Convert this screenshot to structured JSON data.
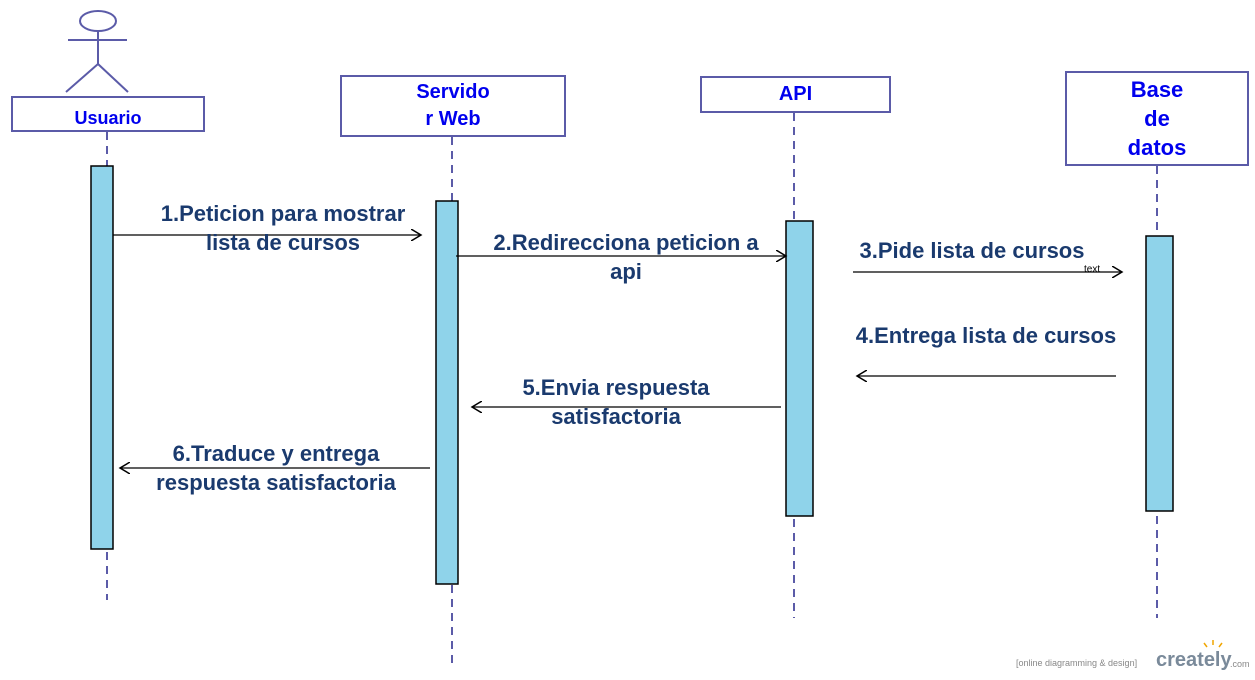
{
  "colors": {
    "box_border": "#5b5ba8",
    "box_text": "#0000ee",
    "activation_fill": "#8fd3ea",
    "lifeline": "#5b5ba8",
    "message_text": "#1a3a6e",
    "arrow": "#000000"
  },
  "participants": {
    "usuario": {
      "label": "Usuario",
      "icon": "actor-stick-figure"
    },
    "servidor": {
      "label": "Servido\nr Web"
    },
    "api": {
      "label": "API"
    },
    "base": {
      "label": "Base\nde\ndatos"
    }
  },
  "messages": {
    "m1": "1.Peticion para mostrar\nlista de cursos",
    "m2": "2.Redirecciona peticion a\napi",
    "m3": "3.Pide lista de cursos",
    "m3_small": "text",
    "m4": "4.Entrega lista de cursos",
    "m5": "5.Envia respuesta\nsatisfactoria",
    "m6": "6.Traduce y entrega\nrespuesta satisfactoria"
  },
  "watermark": {
    "tagline": "[online diagramming & design]",
    "brand": "creately",
    "suffix": ".com"
  }
}
